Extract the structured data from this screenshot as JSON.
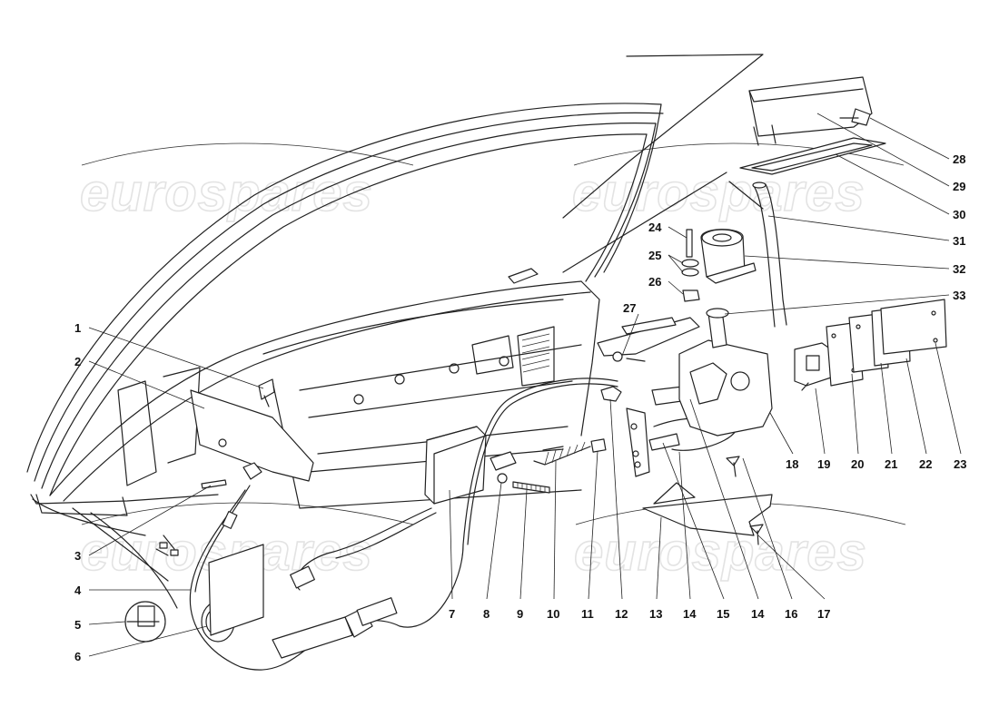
{
  "watermark": "eurospares",
  "parts": [
    {
      "n": "1"
    },
    {
      "n": "2"
    },
    {
      "n": "3"
    },
    {
      "n": "4"
    },
    {
      "n": "5"
    },
    {
      "n": "6"
    },
    {
      "n": "7"
    },
    {
      "n": "8"
    },
    {
      "n": "9"
    },
    {
      "n": "10"
    },
    {
      "n": "11"
    },
    {
      "n": "12"
    },
    {
      "n": "13"
    },
    {
      "n": "14"
    },
    {
      "n": "15"
    },
    {
      "n": "14"
    },
    {
      "n": "16"
    },
    {
      "n": "17"
    },
    {
      "n": "18"
    },
    {
      "n": "19"
    },
    {
      "n": "20"
    },
    {
      "n": "21"
    },
    {
      "n": "22"
    },
    {
      "n": "23"
    },
    {
      "n": "24"
    },
    {
      "n": "25"
    },
    {
      "n": "26"
    },
    {
      "n": "27"
    },
    {
      "n": "28"
    },
    {
      "n": "29"
    },
    {
      "n": "30"
    },
    {
      "n": "31"
    },
    {
      "n": "32"
    },
    {
      "n": "33"
    }
  ]
}
